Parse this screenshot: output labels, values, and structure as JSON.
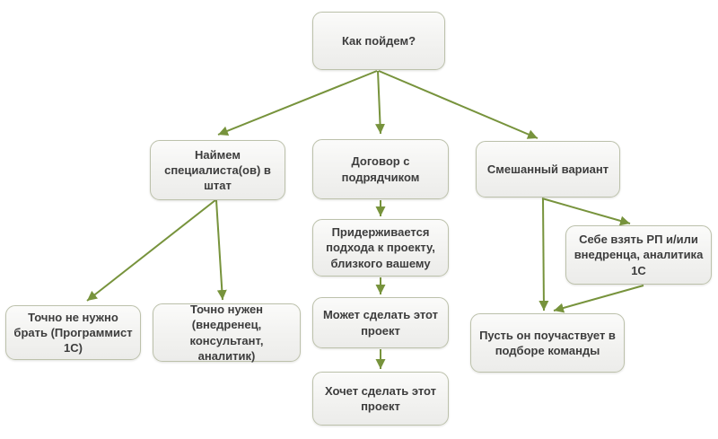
{
  "diagram": {
    "question": "Как пойдем?",
    "colors": {
      "arrow": "#77933C",
      "node_border": "#BCC1AB",
      "node_fill": "#F2F2F0",
      "text": "#3D3D3D"
    },
    "nodes": {
      "root": {
        "label": "Как пойдем?"
      },
      "hire": {
        "label": "Наймем специалиста(ов) в штат"
      },
      "contractor": {
        "label": "Договор с подрядчиком"
      },
      "mixed": {
        "label": "Смешанный вариант"
      },
      "no_hire": {
        "label": "Точно не нужно брать (Программист 1С)"
      },
      "must_hire": {
        "label": "Точно нужен (внедренец, консультант, аналитик)"
      },
      "approach": {
        "label": "Придерживается подхода к проекту, близкого вашему"
      },
      "can_do": {
        "label": "Может сделать этот проект"
      },
      "wants_to": {
        "label": "Хочет сделать этот проект"
      },
      "take_own": {
        "label": "Себе взять РП и/или внедренца, аналитика 1С"
      },
      "participate": {
        "label": "Пусть он поучаствует в подборе команды"
      }
    },
    "edges": [
      {
        "from": "root",
        "to": "hire"
      },
      {
        "from": "root",
        "to": "contractor"
      },
      {
        "from": "root",
        "to": "mixed"
      },
      {
        "from": "hire",
        "to": "no_hire"
      },
      {
        "from": "hire",
        "to": "must_hire"
      },
      {
        "from": "contractor",
        "to": "approach"
      },
      {
        "from": "approach",
        "to": "can_do"
      },
      {
        "from": "can_do",
        "to": "wants_to"
      },
      {
        "from": "mixed",
        "to": "take_own"
      },
      {
        "from": "mixed",
        "to": "participate"
      },
      {
        "from": "take_own",
        "to": "participate"
      }
    ]
  }
}
